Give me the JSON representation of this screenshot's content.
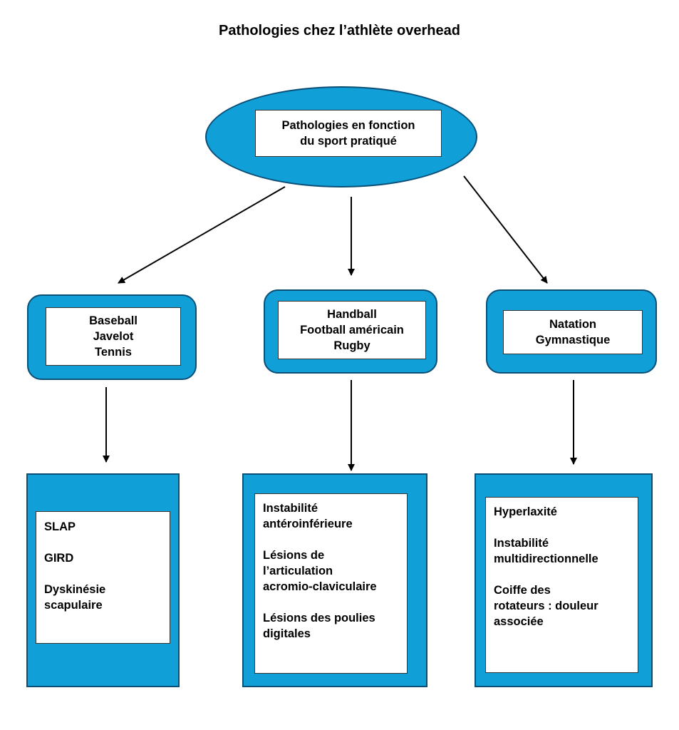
{
  "title": "Pathologies chez l’athlète overhead",
  "root": {
    "lines": [
      "Pathologies en fonction",
      "du sport pratiqué"
    ]
  },
  "sports": [
    {
      "lines": [
        "Baseball",
        "Javelot",
        "Tennis"
      ]
    },
    {
      "lines": [
        "Handball",
        "Football américain",
        "Rugby"
      ]
    },
    {
      "lines": [
        "Natation",
        "Gymnastique"
      ]
    }
  ],
  "pathologies": [
    {
      "items": [
        [
          "SLAP"
        ],
        [
          "GIRD"
        ],
        [
          "Dyskinésie",
          "scapulaire"
        ]
      ]
    },
    {
      "items": [
        [
          "Instabilité",
          "antéroinférieure"
        ],
        [
          "Lésions de",
          "l’articulation",
          "acromio-claviculaire"
        ],
        [
          "Lésions des poulies",
          "digitales"
        ]
      ]
    },
    {
      "items": [
        [
          "Hyperlaxité"
        ],
        [
          "Instabilité",
          "multidirectionnelle"
        ],
        [
          "Coiffe des",
          "rotateurs : douleur",
          "associée"
        ]
      ]
    }
  ]
}
